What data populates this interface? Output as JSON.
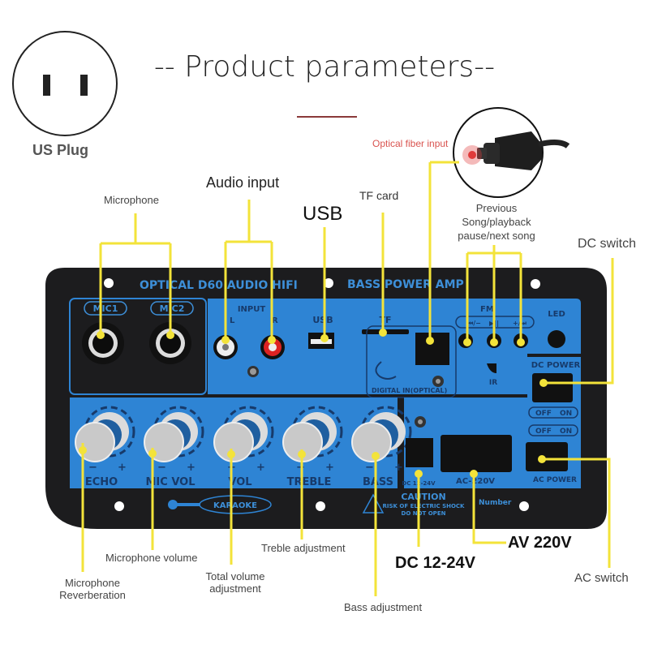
{
  "title": "-- Product parameters--",
  "plug": {
    "label": "US Plug"
  },
  "callouts": {
    "microphone": "Microphone",
    "audio_input": "Audio input",
    "usb": "USB",
    "tf_card": "TF card",
    "optical": "Optical fiber input",
    "prev_song_line1": "Previous",
    "prev_song_line2": "Song/playback",
    "prev_song_line3": "pause/next song",
    "dc_switch": "DC switch",
    "mic_reverb_line1": "Microphone",
    "mic_reverb_line2": "Reverberation",
    "mic_volume": "Microphone volume",
    "total_volume_line1": "Total volume",
    "total_volume_line2": "adjustment",
    "treble": "Treble adjustment",
    "bass": "Bass adjustment",
    "dc_voltage": "DC 12-24V",
    "ac_voltage": "AV 220V",
    "ac_switch": "AC switch"
  },
  "panel": {
    "header_left": "OPTICAL D60 AUDIO HIFI",
    "header_right": "BASS POWER AMP",
    "mic1": "MIC1",
    "mic2": "MIC2",
    "input": "INPUT",
    "input_l": "L",
    "input_r": "R",
    "usb": "USB",
    "tf": "TF",
    "fm": "FM",
    "btn_prev": "⏮/−",
    "btn_play": "▶||",
    "btn_next": "+/⏭",
    "led": "LED",
    "ir": "IR",
    "digital_in": "DIGITAL IN(OPTICAL)",
    "dc_power": "DC POWER",
    "ac_power": "AC POWER",
    "off": "OFF",
    "on": "ON",
    "knobs": [
      "ECHO",
      "MIC VOL",
      "VOL",
      "TREBLE",
      "BASS"
    ],
    "minus": "−",
    "plus": "+",
    "dc_in": "DC 12-24V",
    "ac_in": "AC-220V",
    "karaoke": "KARAOKE",
    "caution_title": "CAUTION",
    "caution_line1": "RISK OF ELECTRIC SHOCK",
    "caution_line2": "DO NOT OPEN",
    "number": "Number"
  },
  "colors": {
    "panel_blue": "#2e84d4",
    "panel_black": "#1c1c1e",
    "callout_yellow": "#f3e33a",
    "optical_red": "#e03a3a"
  }
}
